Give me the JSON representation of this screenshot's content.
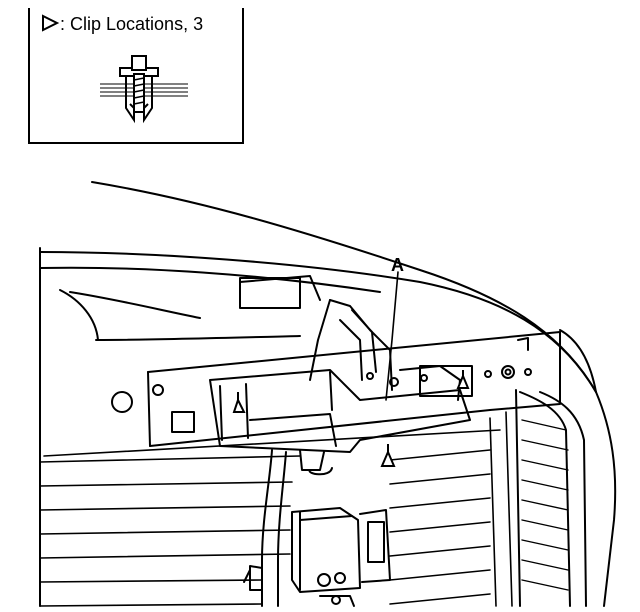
{
  "legend": {
    "marker_icon": "triangle-outline-icon",
    "title": ": Clip Locations, 3",
    "clip_icon": "push-clip-icon"
  },
  "callouts": [
    {
      "label": "A"
    }
  ],
  "clip_markers_count_label": "3",
  "colors": {
    "ink": "#000000",
    "paper": "#ffffff"
  }
}
